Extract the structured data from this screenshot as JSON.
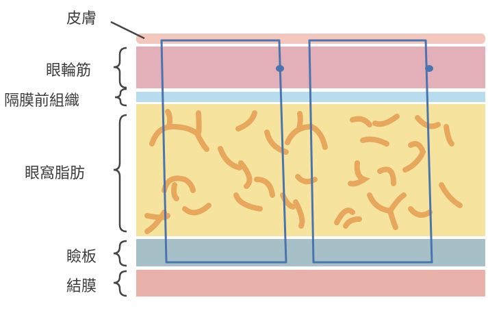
{
  "labels": {
    "skin": "皮膚",
    "orbicularis": "眼輪筋",
    "preseptal": "隔膜前組織",
    "orbital_fat": "眼窩脂肪",
    "tarsus": "瞼板",
    "conjunctiva": "結膜"
  },
  "colors": {
    "skin": "#f3c7bb",
    "orbicularis": "#e3afb9",
    "preseptal": "#b6dcee",
    "orbital_fat": "#f6e39d",
    "tarsus": "#a7bfc7",
    "conjunctiva": "#e8b1aa",
    "suture": "#4a74ad",
    "fat_blob": "#e7a85e"
  }
}
